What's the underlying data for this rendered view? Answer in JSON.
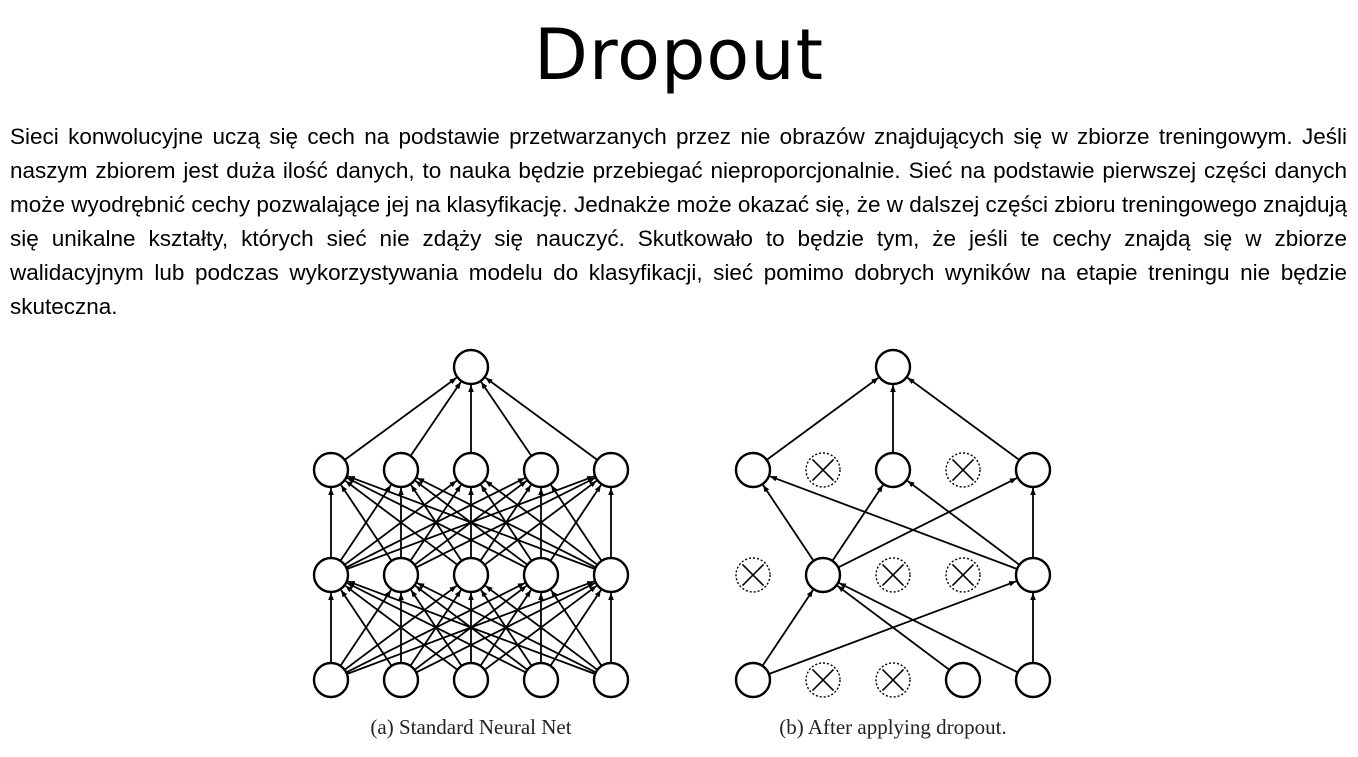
{
  "slide": {
    "title": "Dropout",
    "paragraph": "Sieci konwolucyjne uczą się cech na podstawie przetwarzanych przez nie obrazów znajdujących się w zbiorze treningowym. Jeśli naszym zbiorem jest duża ilość danych, to nauka będzie przebiegać nieproporcjonalnie. Sieć na podstawie pierwszej części danych może wyodrębnić cechy pozwalające jej na klasyfikację. Jednakże może okazać się, że w dalszej części zbioru treningowego znajdują się unikalne kształty, których sieć nie zdąży się nauczyć. Skutkowało to będzie tym, że jeśli te cechy znajdą się w zbiorze walidacyjnym lub podczas wykorzystywania modelu do klasyfikacji, sieć pomimo dobrych wyników na etapie treningu nie będzie skuteczna."
  },
  "figure": {
    "caption_a": "(a) Standard Neural Net",
    "caption_b": "(b) After applying dropout."
  }
}
